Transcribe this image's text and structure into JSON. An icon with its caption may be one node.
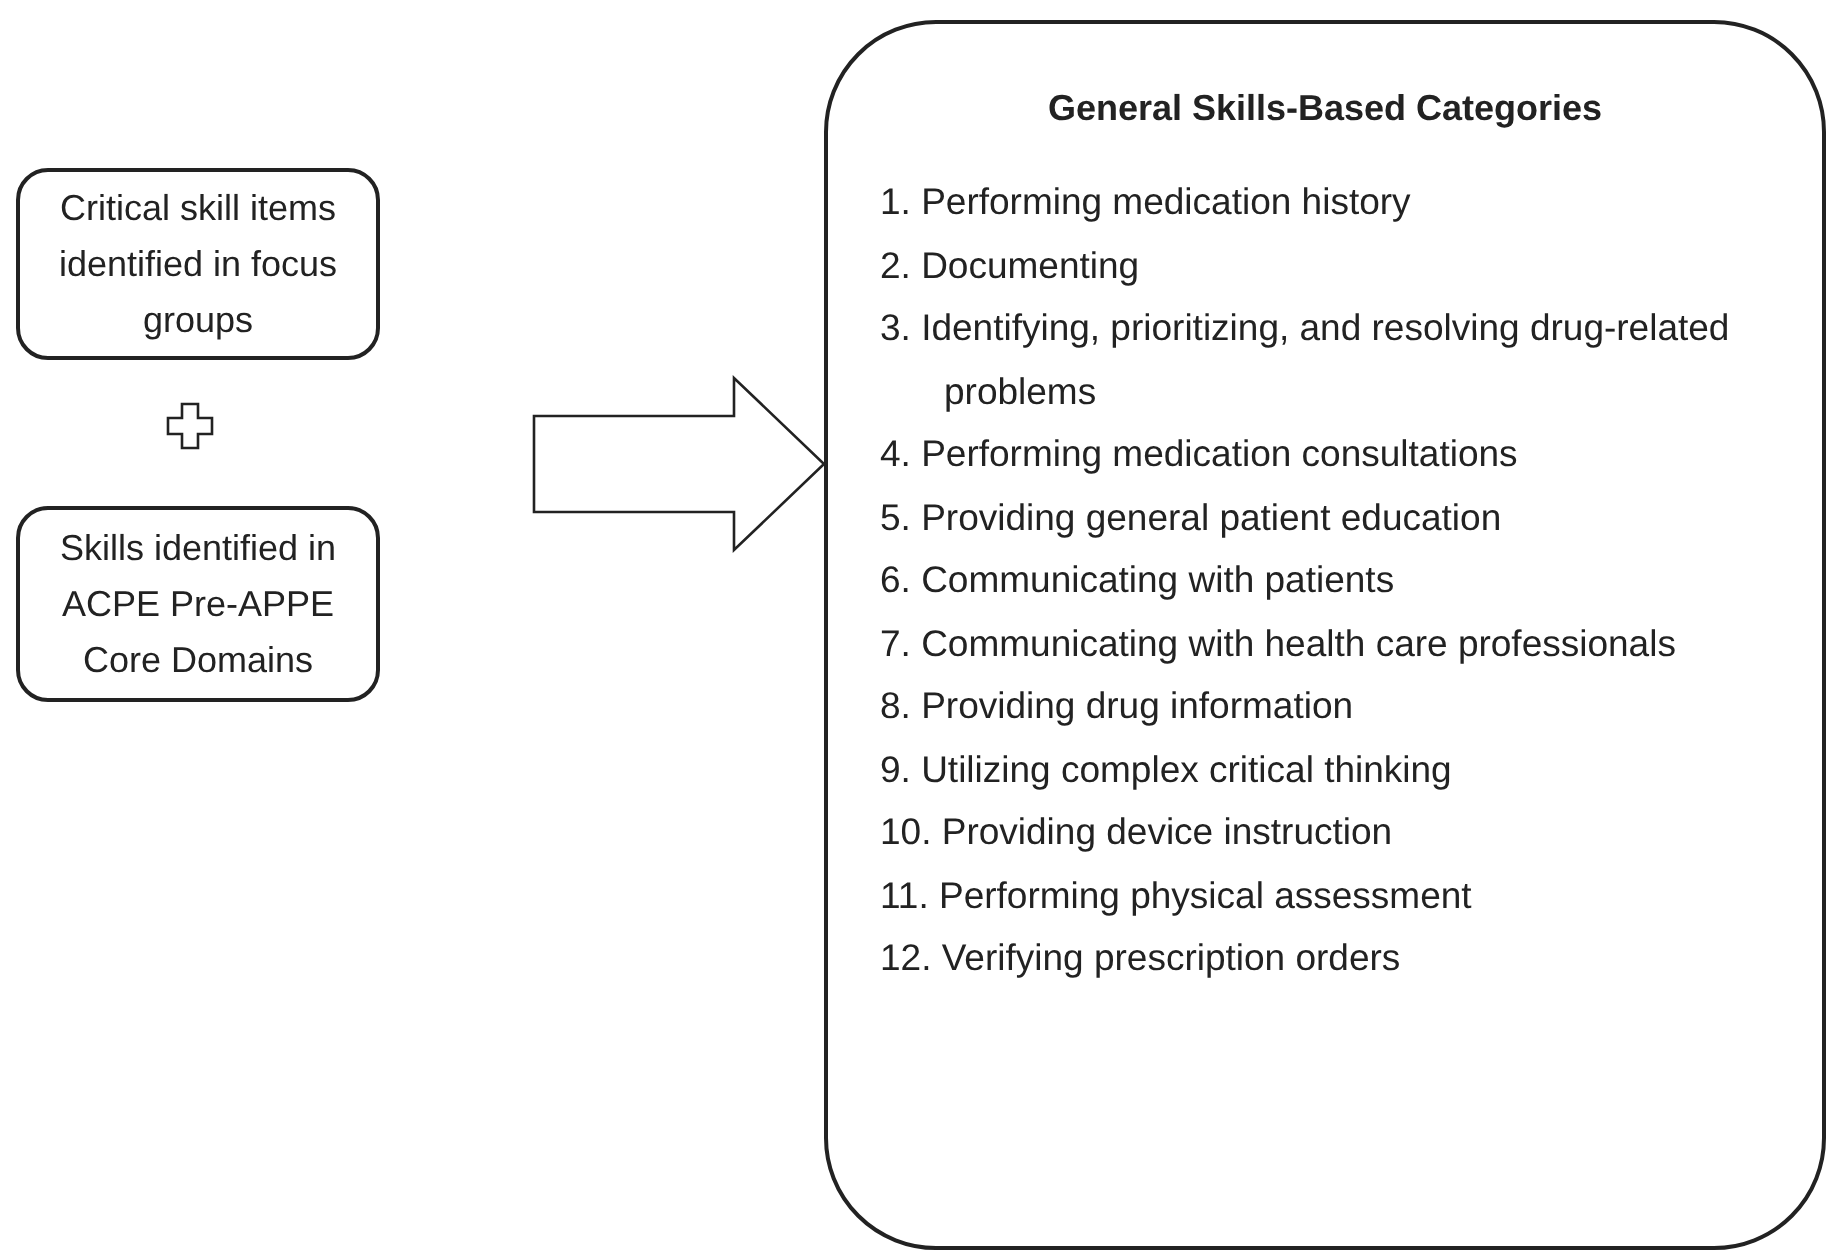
{
  "diagram": {
    "nodes": [
      {
        "text": [
          "Critical skill items identified in focus groups"
        ]
      },
      {
        "text": [
          "Skills identified in ACPE Pre-APPE Core Domains"
        ]
      },
      {
        "text": [
          "General Skills-Based Categories",
          "1. Performing medication history",
          "2. Documenting",
          "3. Identifying, prioritizing, and resolving drug-related problems",
          "4. Performing medication consultations",
          "5. Providing general patient education",
          "6. Communicating with patients",
          "7. Communicating with health care professionals",
          "8. Providing drug information",
          "9. Utilizing complex critical thinking",
          "10. Providing device instruction",
          "11. Performing physical assessment",
          "12. Verifying prescription orders"
        ]
      }
    ],
    "edges": [
      {
        "from": null,
        "to": 2,
        "arrow": "to"
      }
    ]
  }
}
